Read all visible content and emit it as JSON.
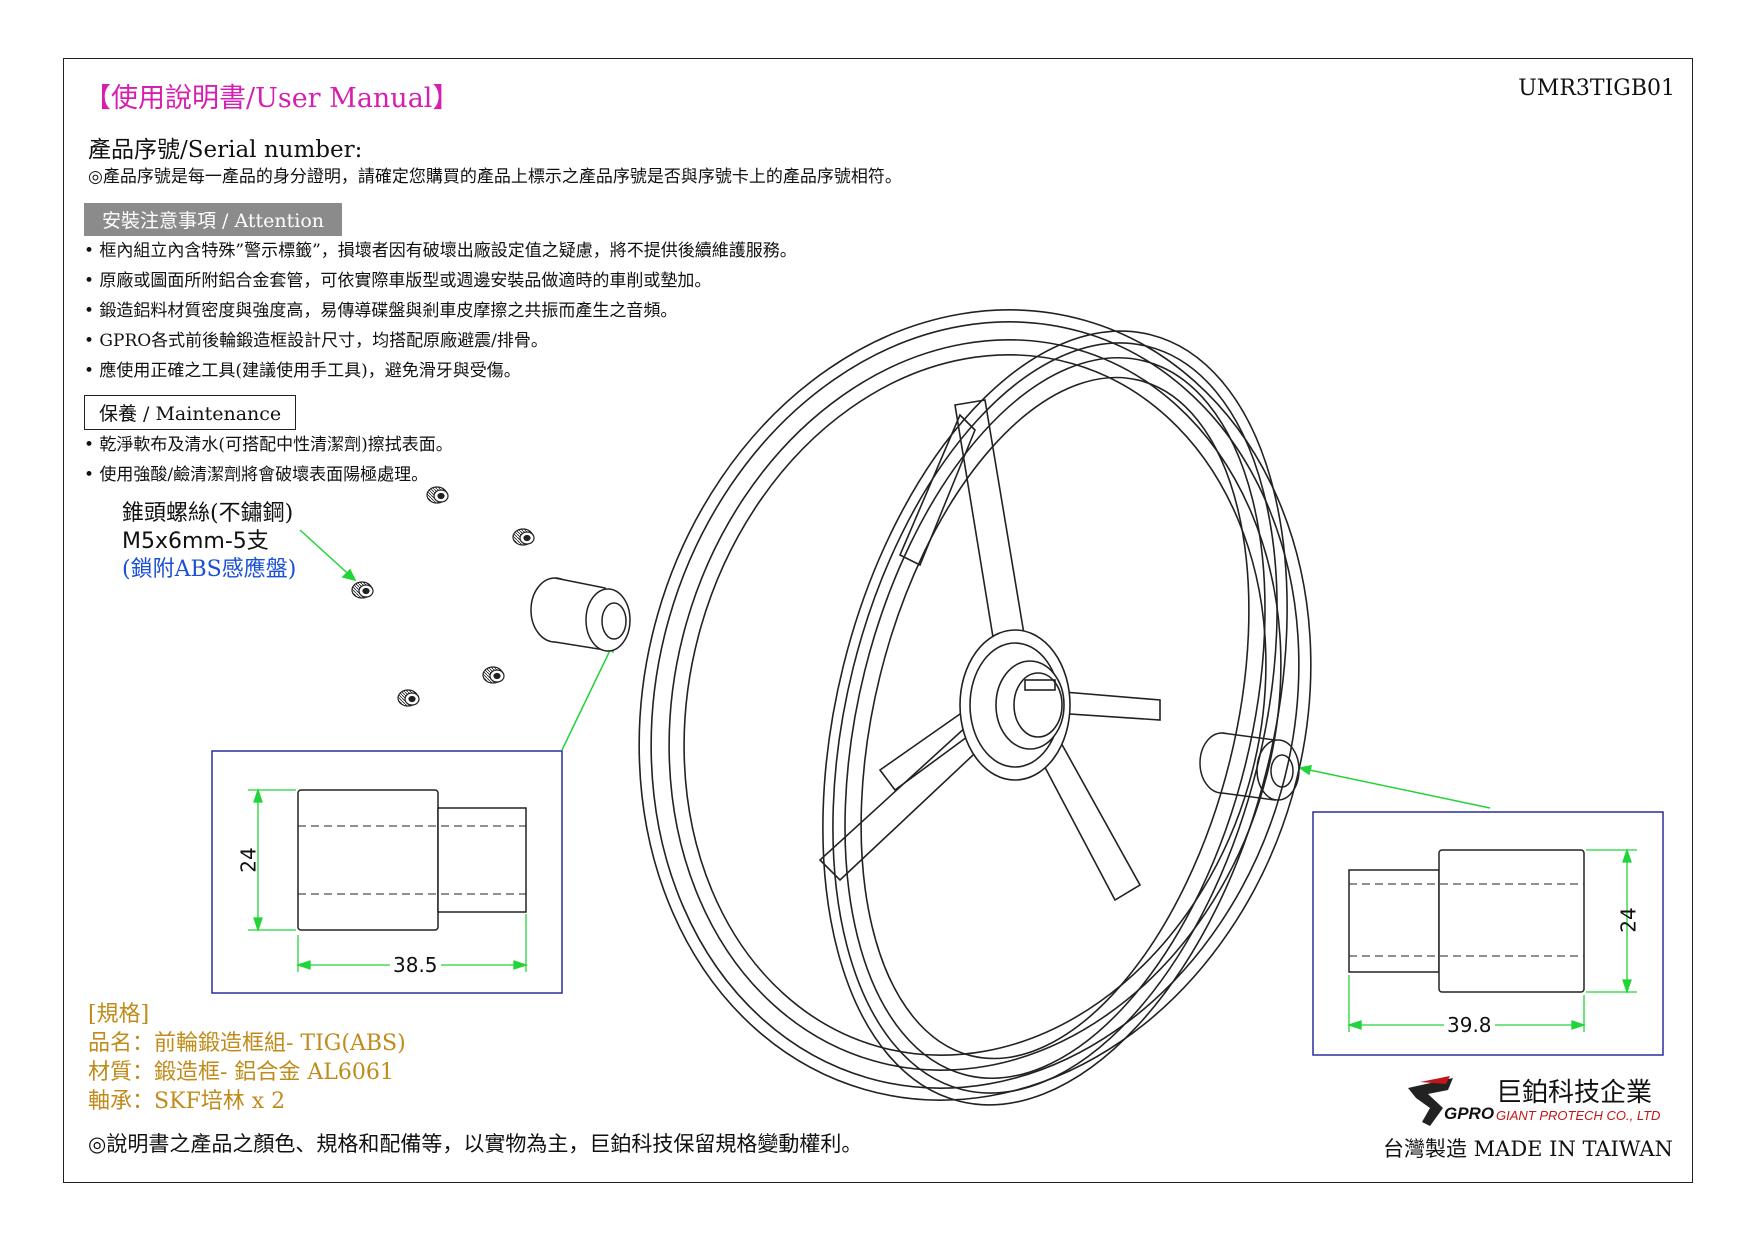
{
  "header": {
    "title": "【使用說明書/User Manual】",
    "doc_code": "UMR3TIGB01"
  },
  "serial": {
    "label": "產品序號/Serial number:",
    "note": "◎產品序號是每一產品的身分證明，請確定您購買的產品上標示之產品序號是否與序號卡上的產品序號相符。"
  },
  "attention": {
    "heading": "安裝注意事項 / Attention",
    "items": [
      "• 框內組立內含特殊”警示標籤”，損壞者因有破壞出廠設定值之疑慮，將不提供後續維護服務。",
      "• 原廠或圖面所附鋁合金套管，可依實際車版型或週邊安裝品做適時的車削或墊加。",
      "• 鍛造鋁料材質密度與強度高，易傳導碟盤與剎車皮摩擦之共振而產生之音頻。",
      "• GPRO各式前後輪鍛造框設計尺寸，均搭配原廠避震/排骨。",
      "• 應使用正確之工具(建議使用手工具)，避免滑牙與受傷。"
    ]
  },
  "maintenance": {
    "heading": "保養 / Maintenance",
    "items": [
      "• 乾淨軟布及清水(可搭配中性清潔劑)擦拭表面。",
      "• 使用強酸/鹼清潔劑將會破壞表面陽極處理。"
    ]
  },
  "screw_label": {
    "line1": "錐頭螺絲(不鏽鋼)",
    "line2": "M5x6mm-5支",
    "line3": "(鎖附ABS感應盤)"
  },
  "dimensions": {
    "left_height": "24",
    "left_length": "38.5",
    "right_height": "24",
    "right_length": "39.8"
  },
  "spec": {
    "heading": "[規格]",
    "product": "品名：前輪鍛造框組- TIG(ABS)",
    "material": "材質：鍛造框- 鋁合金 AL6061",
    "bearing": "軸承：SKF培林 x 2"
  },
  "footer": {
    "rights": "◎說明書之產品之顏色、規格和配備等，以實物為主，巨鉑科技保留規格變動權利。",
    "company_cn": "巨鉑科技企業",
    "company_en": "GIANT PROTECH CO., LTD",
    "made_in": "台灣製造 MADE IN TAIWAN",
    "logo_text": "GPRO"
  },
  "colors": {
    "title": "#d61fb0",
    "spec": "#c08b1a",
    "leader": "#22d33a",
    "detail_box": "#2a2f9a",
    "screw_note": "#1a4fd6"
  }
}
